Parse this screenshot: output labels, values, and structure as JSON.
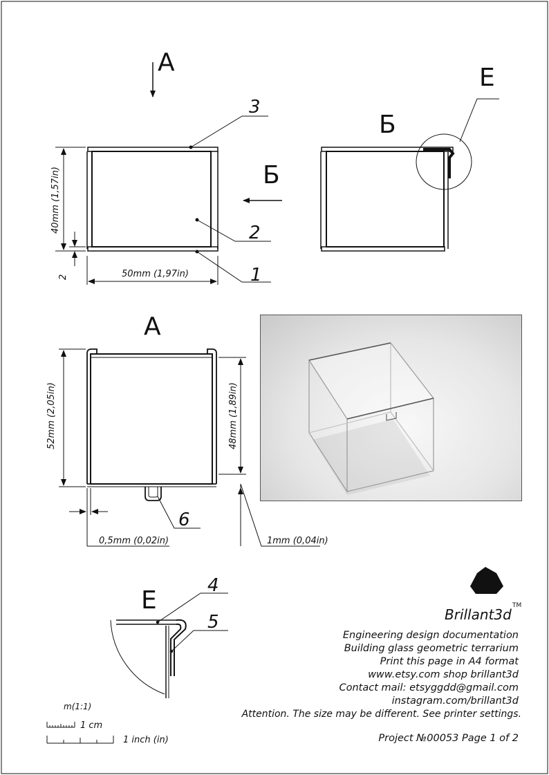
{
  "views": {
    "front": {
      "arrow_label": "А",
      "side_arrow_label": "Б",
      "width_dim": "50mm (1,97in)",
      "height_dim": "40mm (1,57in)",
      "gap_dim": "2"
    },
    "side": {
      "title": "Б",
      "detail_label": "Е"
    },
    "view_a": {
      "title": "А",
      "height_dim": "52mm (2,05in)",
      "inner_height_dim": "48mm (1,89in)",
      "thickness_small": "0,5mm (0,02in)",
      "thickness_large": "1mm (0,04in)"
    },
    "detail_e": {
      "title": "Е"
    }
  },
  "callouts": [
    "1",
    "2",
    "3",
    "4",
    "5",
    "6"
  ],
  "brand": {
    "name": "Brillant3d",
    "tm": "TM"
  },
  "info_lines": [
    "Engineering design documentation",
    "Building glass geometric terrarium",
    "Print this page in A4 format",
    "www.etsy.com shop brillant3d",
    "Contact mail: etsyggdd@gmail.com",
    "instagram.com/brillant3d",
    "Attention. The size may be different. See printer settings."
  ],
  "project": "Project №00053 Page 1 of 2",
  "scale": {
    "ratio": "m(1:1)",
    "cm_label": "1 cm",
    "inch_label": "1 inch (in)"
  },
  "colors": {
    "line": "#111111",
    "background": "#ffffff"
  }
}
